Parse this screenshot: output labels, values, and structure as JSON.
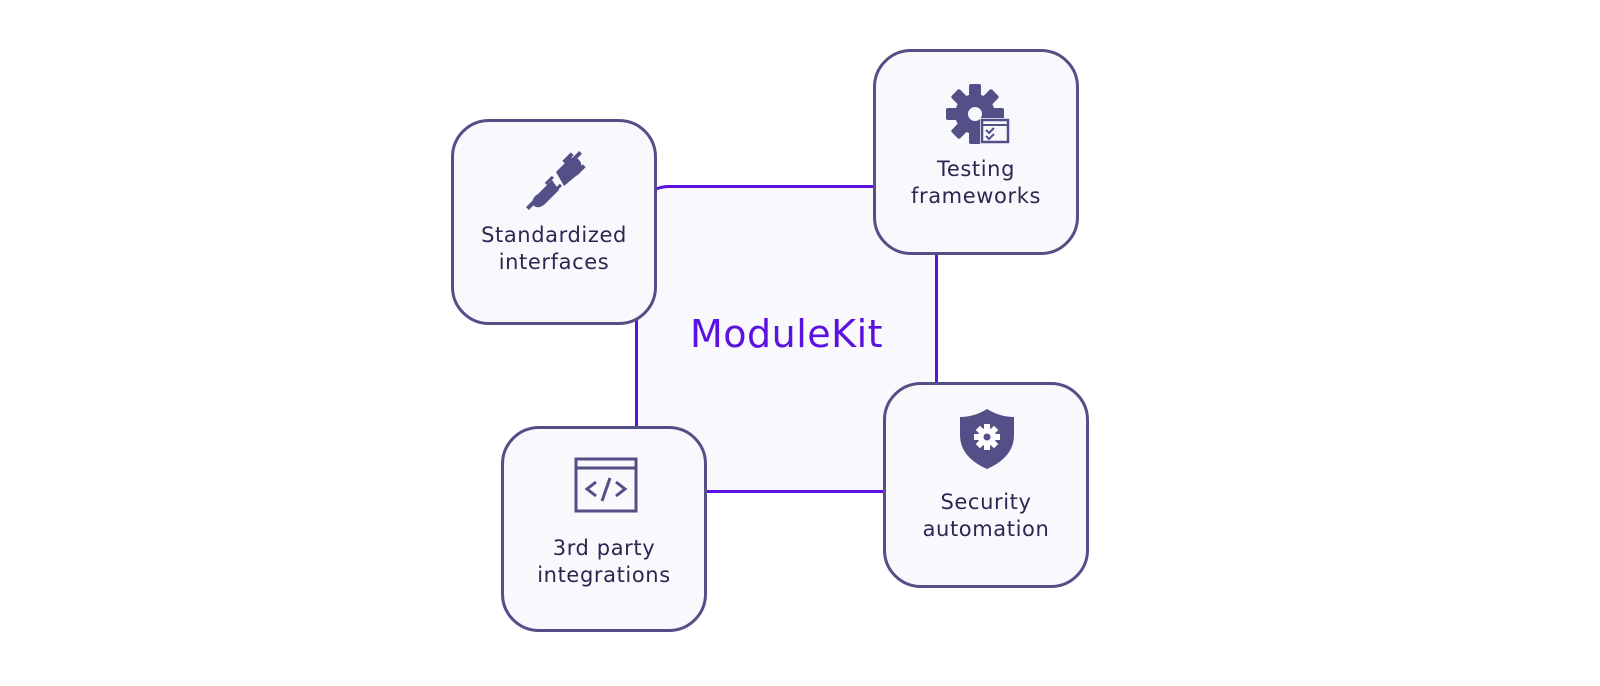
{
  "center": {
    "title": "ModuleKit"
  },
  "features": {
    "standardized": {
      "label": "Standardized\ninterfaces",
      "icon": "plug-connect-icon"
    },
    "testing": {
      "label": "Testing\nframeworks",
      "icon": "gear-checklist-icon"
    },
    "thirdparty": {
      "label": "3rd party\nintegrations",
      "icon": "code-window-icon"
    },
    "security": {
      "label": "Security\nautomation",
      "icon": "shield-gear-icon"
    }
  },
  "colors": {
    "accent": "#5b12e0",
    "card_border": "#535087",
    "card_fill": "#f8f8fd",
    "text": "#2a2750"
  }
}
